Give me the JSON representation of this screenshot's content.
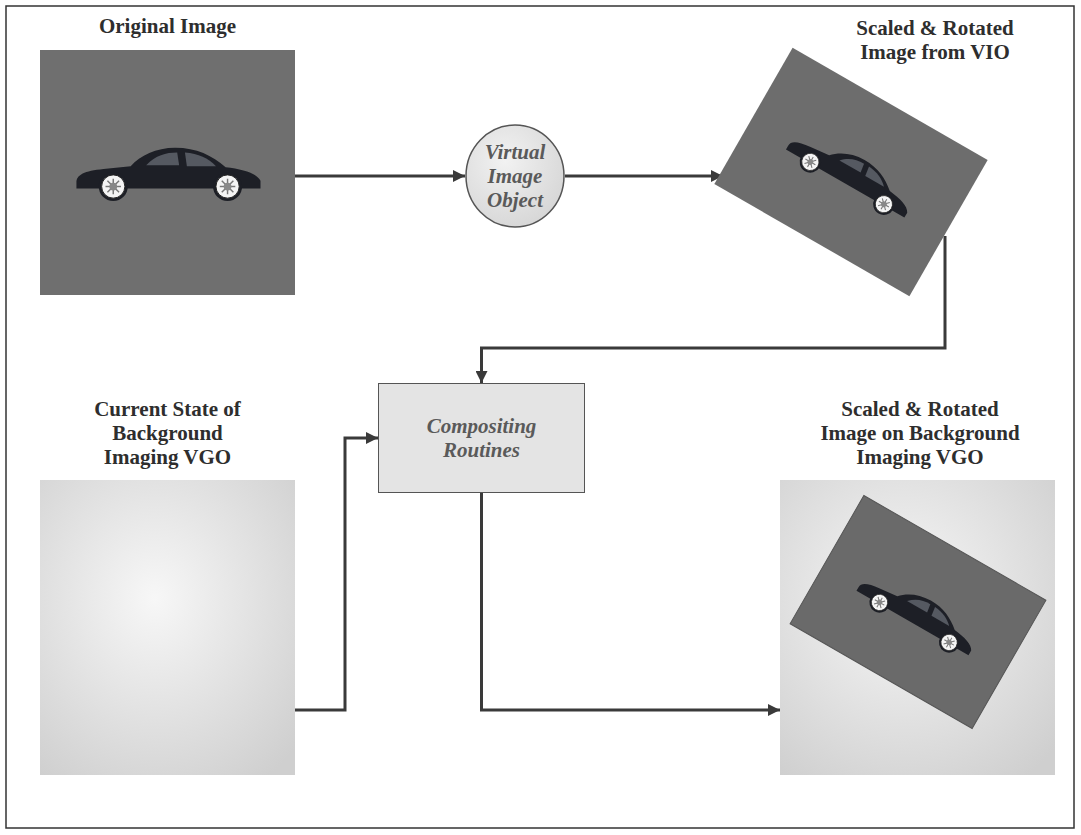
{
  "diagram": {
    "nodes": [
      {
        "text": [
          "Original Image"
        ]
      },
      {
        "text": [
          "Virtual Image Object"
        ]
      },
      {
        "text": [
          "Scaled & Rotated Image from VIO"
        ]
      },
      {
        "text": [
          "Compositing Routines"
        ]
      },
      {
        "text": [
          "Current State of Background Imaging VGO"
        ]
      },
      {
        "text": [
          "Scaled & Rotated Image on Background Imaging VGO"
        ]
      }
    ],
    "edges": [
      {
        "from": 0,
        "to": 1,
        "arrow": "to"
      },
      {
        "from": 1,
        "to": 2,
        "arrow": "to"
      },
      {
        "from": 2,
        "to": 3,
        "arrow": "to"
      },
      {
        "from": 4,
        "to": 3,
        "arrow": "to"
      },
      {
        "from": 3,
        "to": 5,
        "arrow": "to"
      }
    ]
  }
}
